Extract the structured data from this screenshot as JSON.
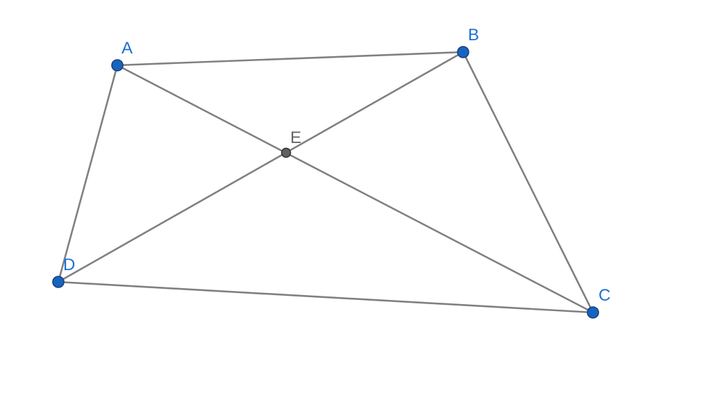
{
  "colors": {
    "free_point": "#1565c0",
    "dependent_point": "#616161",
    "free_label": "#1e6fcf",
    "dependent_label": "#666666",
    "segment": "#808080"
  },
  "points": {
    "A": {
      "label": "A"
    },
    "B": {
      "label": "B"
    },
    "C": {
      "label": "C"
    },
    "D": {
      "label": "D"
    },
    "E": {
      "label": "E"
    }
  },
  "segments": [
    {
      "from": "A",
      "to": "B"
    },
    {
      "from": "B",
      "to": "C"
    },
    {
      "from": "C",
      "to": "D"
    },
    {
      "from": "D",
      "to": "A"
    },
    {
      "from": "A",
      "to": "C"
    },
    {
      "from": "B",
      "to": "D"
    }
  ]
}
